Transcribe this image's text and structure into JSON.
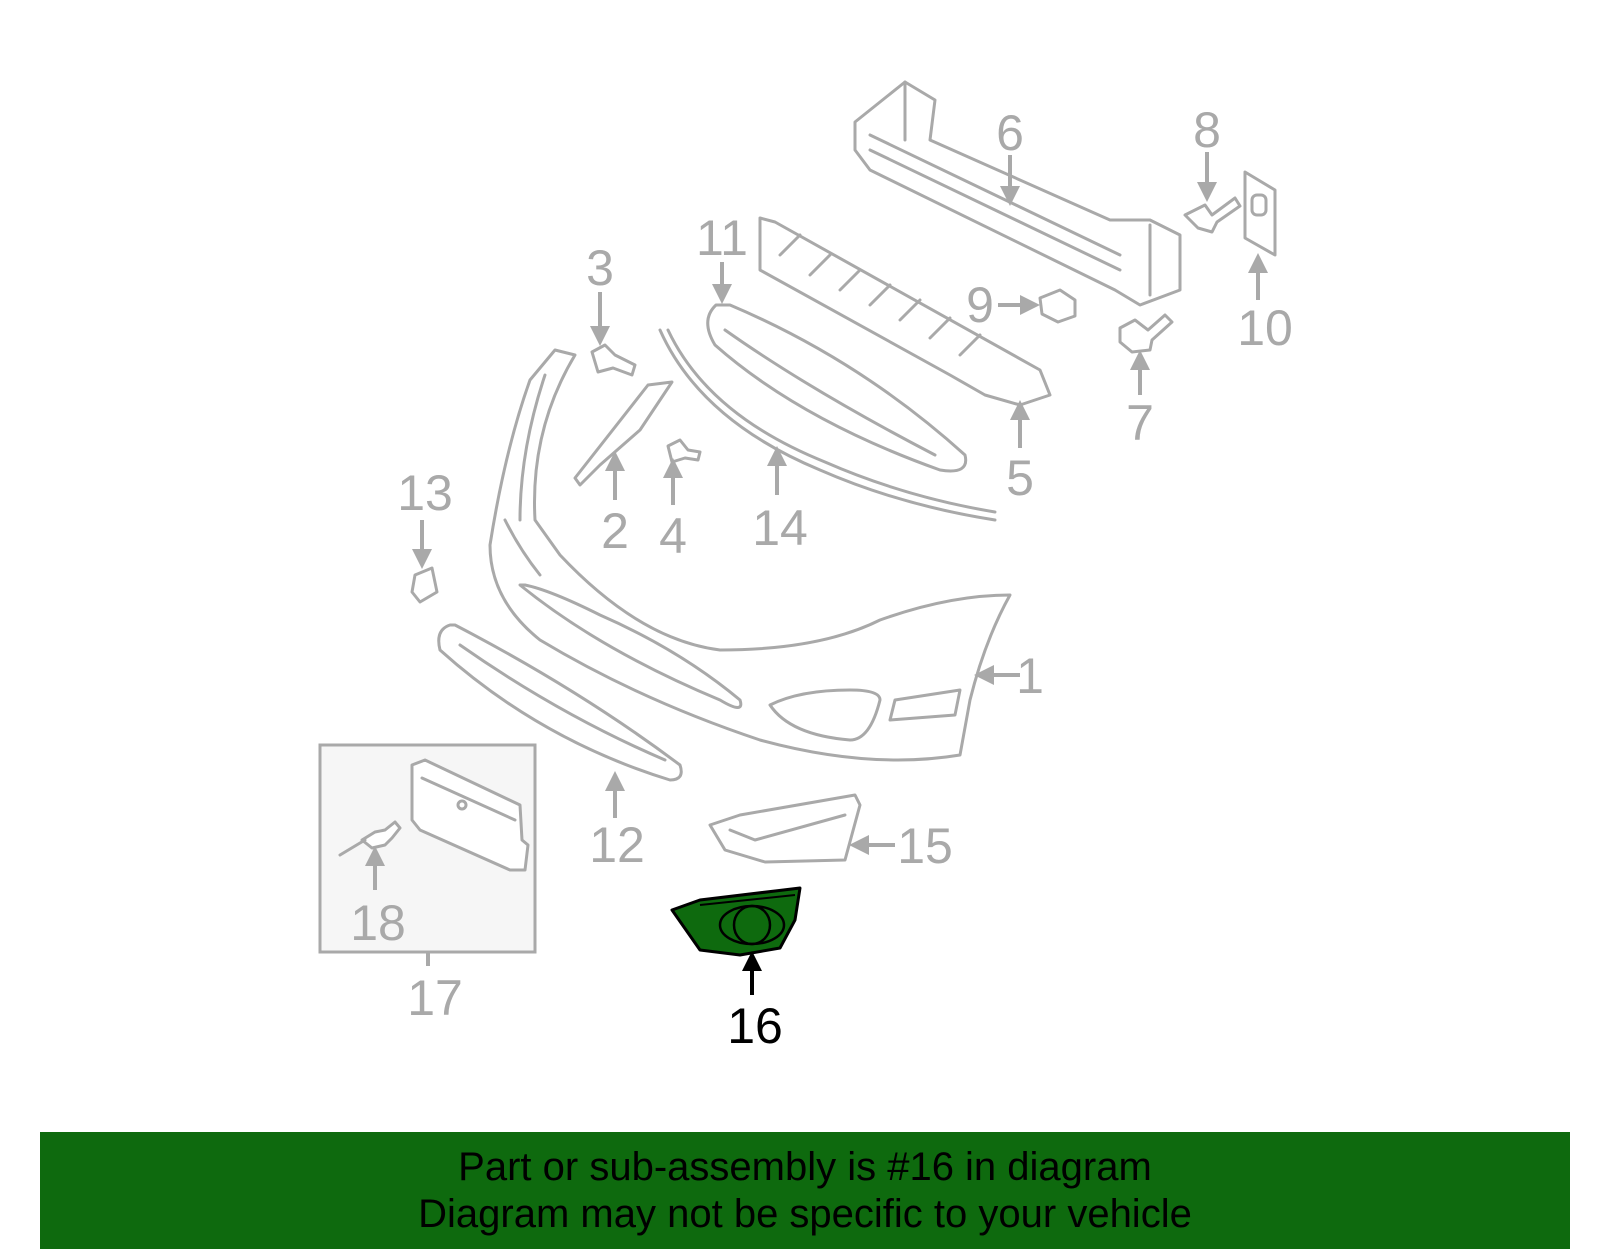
{
  "diagram": {
    "labels": {
      "p1": "1",
      "p2": "2",
      "p3": "3",
      "p4": "4",
      "p5": "5",
      "p6": "6",
      "p7": "7",
      "p8": "8",
      "p9": "9",
      "p10": "10",
      "p11": "11",
      "p12": "12",
      "p13": "13",
      "p14": "14",
      "p15": "15",
      "p16": "16",
      "p17": "17",
      "p18": "18"
    },
    "highlight_part": "16",
    "colors": {
      "highlight_fill": "#0e6a0e",
      "part_stroke": "#a9a9a9",
      "banner": "#0e6a0e"
    }
  },
  "banner": {
    "line1": "Part or sub-assembly is #16 in diagram",
    "line2": "Diagram may not be specific to your vehicle"
  }
}
